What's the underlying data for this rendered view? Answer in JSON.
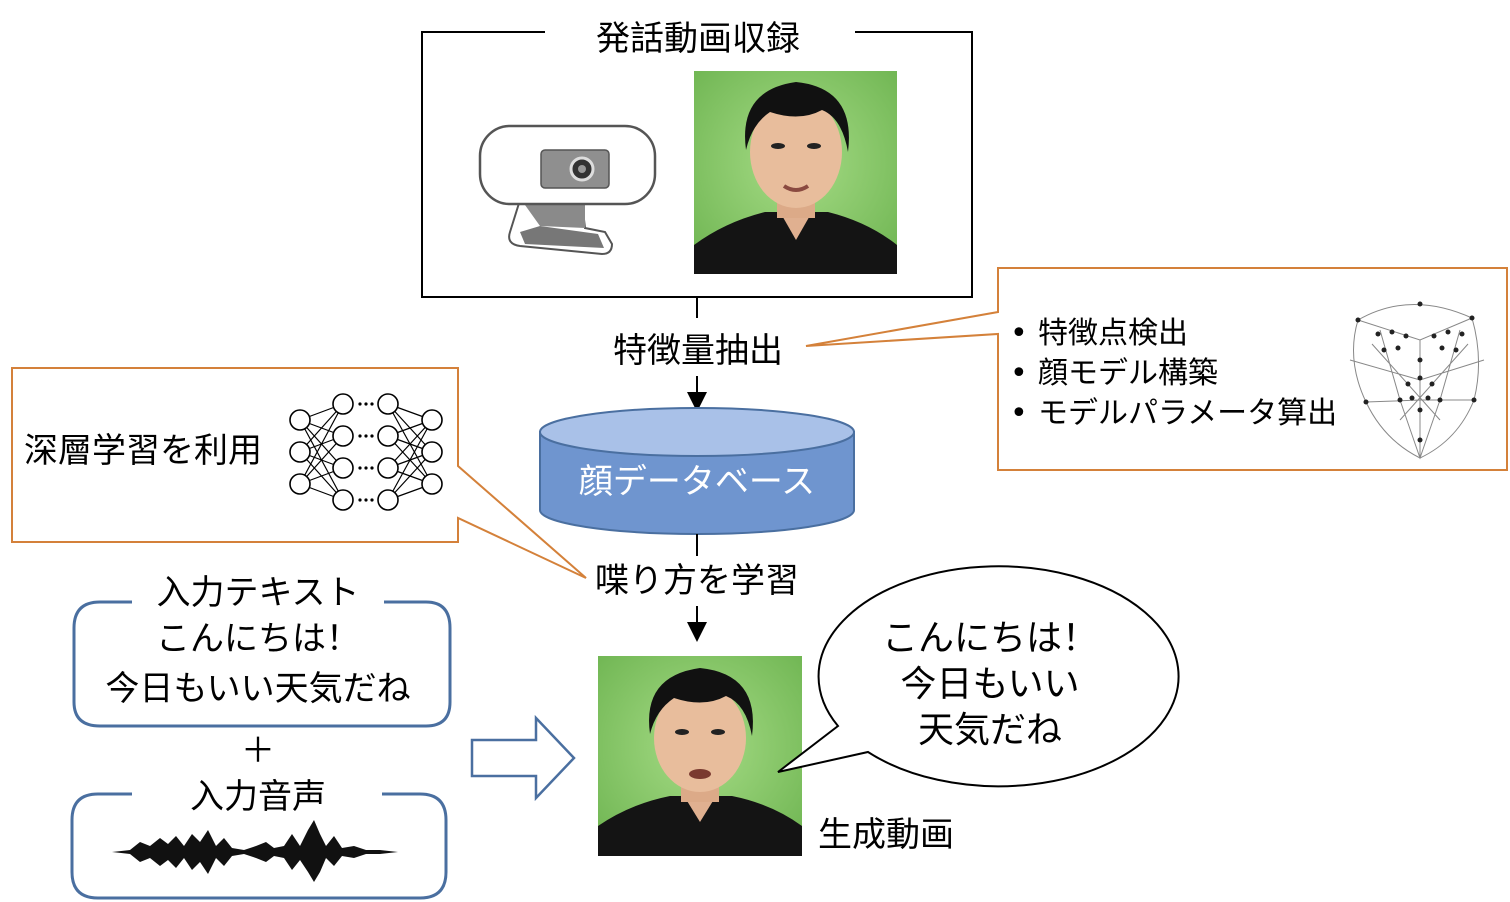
{
  "recording": {
    "title": "発話動画収録"
  },
  "feature_extraction": {
    "label": "特徴量抽出",
    "steps": [
      "特徴点検出",
      "顔モデル構築",
      "モデルパラメータ算出"
    ]
  },
  "database": {
    "label": "顔データベース"
  },
  "deep_learning": {
    "label": "深層学習を利用"
  },
  "learning": {
    "label": "喋り方を学習"
  },
  "input_text": {
    "title": "入力テキスト",
    "lines": [
      "こんにちは！",
      "今日もいい天気だね"
    ]
  },
  "plus": "＋",
  "input_audio": {
    "title": "入力音声"
  },
  "output": {
    "label": "生成動画",
    "speech_lines": [
      "こんにちは！",
      "今日もいい",
      "天気だね"
    ]
  },
  "colors": {
    "orange_border": "#d4813a",
    "blue_border": "#4a6fa0",
    "db_fill": "#6f95cf",
    "db_top": "#a9c1e8",
    "green_screen": "#8fcf6f"
  }
}
